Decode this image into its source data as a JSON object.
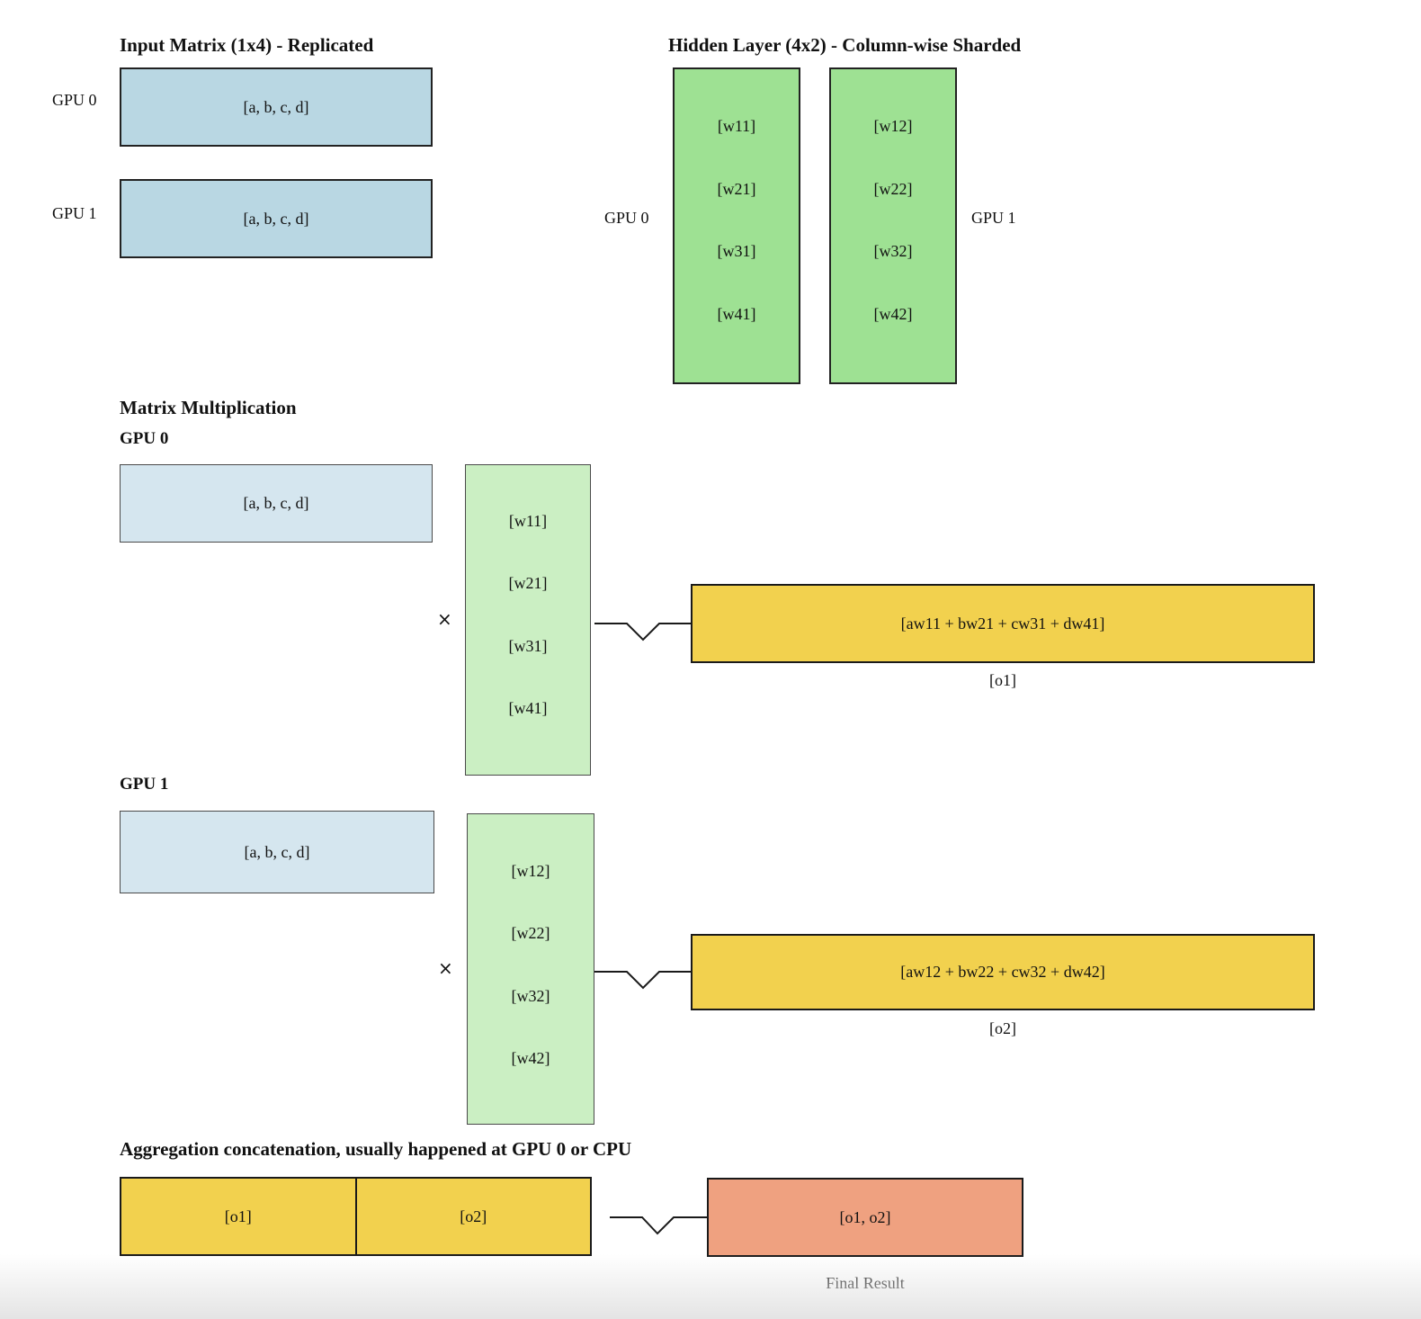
{
  "sections": {
    "input": {
      "title": "Input Matrix (1x4) - Replicated",
      "rows": [
        {
          "gpu": "GPU 0",
          "value": "[a, b, c, d]"
        },
        {
          "gpu": "GPU 1",
          "value": "[a, b, c, d]"
        }
      ]
    },
    "hidden": {
      "title": "Hidden Layer (4x2) - Column-wise Sharded",
      "shards": [
        {
          "gpu": "GPU 0",
          "cells": [
            "[w11]",
            "[w21]",
            "[w31]",
            "[w41]"
          ]
        },
        {
          "gpu": "GPU 1",
          "cells": [
            "[w12]",
            "[w22]",
            "[w32]",
            "[w42]"
          ]
        }
      ]
    },
    "matmul": {
      "title": "Matrix Multiplication",
      "operator": "×",
      "gpus": [
        {
          "label": "GPU 0",
          "input": "[a, b, c, d]",
          "weights": [
            "[w11]",
            "[w21]",
            "[w31]",
            "[w41]"
          ],
          "output": "[aw11 + bw21 + cw31 + dw41]",
          "output_caption": "[o1]"
        },
        {
          "label": "GPU 1",
          "input": "[a, b, c, d]",
          "weights": [
            "[w12]",
            "[w22]",
            "[w32]",
            "[w42]"
          ],
          "output": "[aw12 + bw22 + cw32 + dw42]",
          "output_caption": "[o2]"
        }
      ]
    },
    "aggregation": {
      "title": "Aggregation concatenation, usually happened at GPU 0 or CPU",
      "parts": [
        "[o1]",
        "[o2]"
      ],
      "result": "[o1, o2]",
      "result_caption": "Final Result"
    }
  },
  "colors": {
    "input_fill": "#b9d7e3",
    "input_fill_light": "#d5e6ef",
    "weight_fill": "#9ee193",
    "weight_fill_light": "#cbefc3",
    "output_fill": "#f2d14e",
    "result_fill": "#efa180"
  }
}
